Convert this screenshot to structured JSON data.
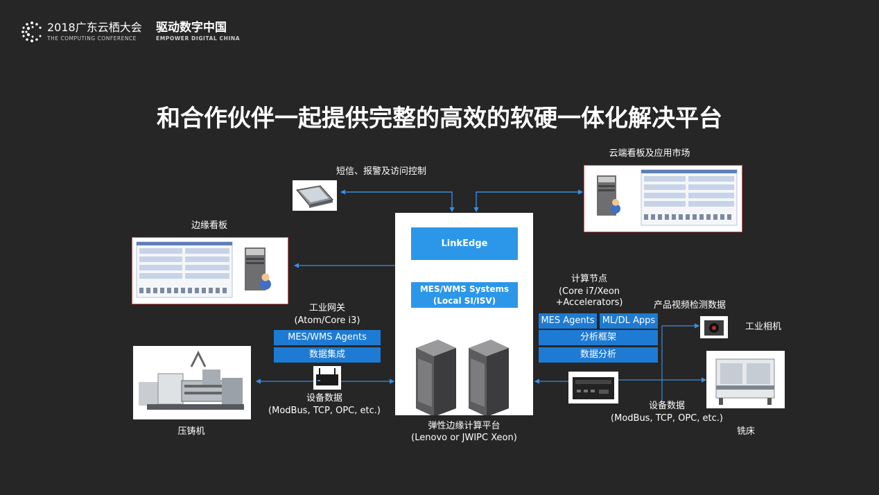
{
  "header": {
    "event": "2018广东云栖大会",
    "event_sub": "THE COMPUTING CONFERENCE",
    "slogan": "驱动数字中国",
    "slogan_sub": "EMPOWER DIGITAL CHINA"
  },
  "title": "和合作伙伴一起提供完整的高效的软硬一体化解决平台",
  "nodes": {
    "sms": "短信、报警及访问控制",
    "cloud": "云端看板及应用市场",
    "edge_board": "边缘看板",
    "gateway_title": "工业网关",
    "gateway_sub": "(Atom/Core i3)",
    "gateway_btn1": "MES/WMS Agents",
    "gateway_btn2": "数据集成",
    "device_data_left": "设备数据",
    "device_data_left_sub": "(ModBus, TCP, OPC, etc.)",
    "die_casting": "压铸机",
    "linkedge": "LinkEdge",
    "mes_systems": "MES/WMS Systems",
    "mes_systems_sub": "(Local SI/ISV)",
    "platform": "弹性边缘计算平台",
    "platform_sub": "(Lenovo or JWIPC Xeon)",
    "compute_title": "计算节点",
    "compute_sub1": "(Core i7/Xeon",
    "compute_sub2": "+Accelerators)",
    "mes_agents": "MES Agents",
    "mldl_apps": "ML/DL Apps",
    "analysis_framework": "分析框架",
    "data_analysis": "数据分析",
    "product_video": "产品视频检测数据",
    "camera": "工业相机",
    "device_data_right": "设备数据",
    "device_data_right_sub": "(ModBus, TCP, OPC, etc.)",
    "milling": "铣床"
  },
  "colors": {
    "background": "#262626",
    "accent_blue": "#1e7bd3",
    "linkedge_blue": "#2c97e8",
    "panel_border": "#e05a5a"
  }
}
